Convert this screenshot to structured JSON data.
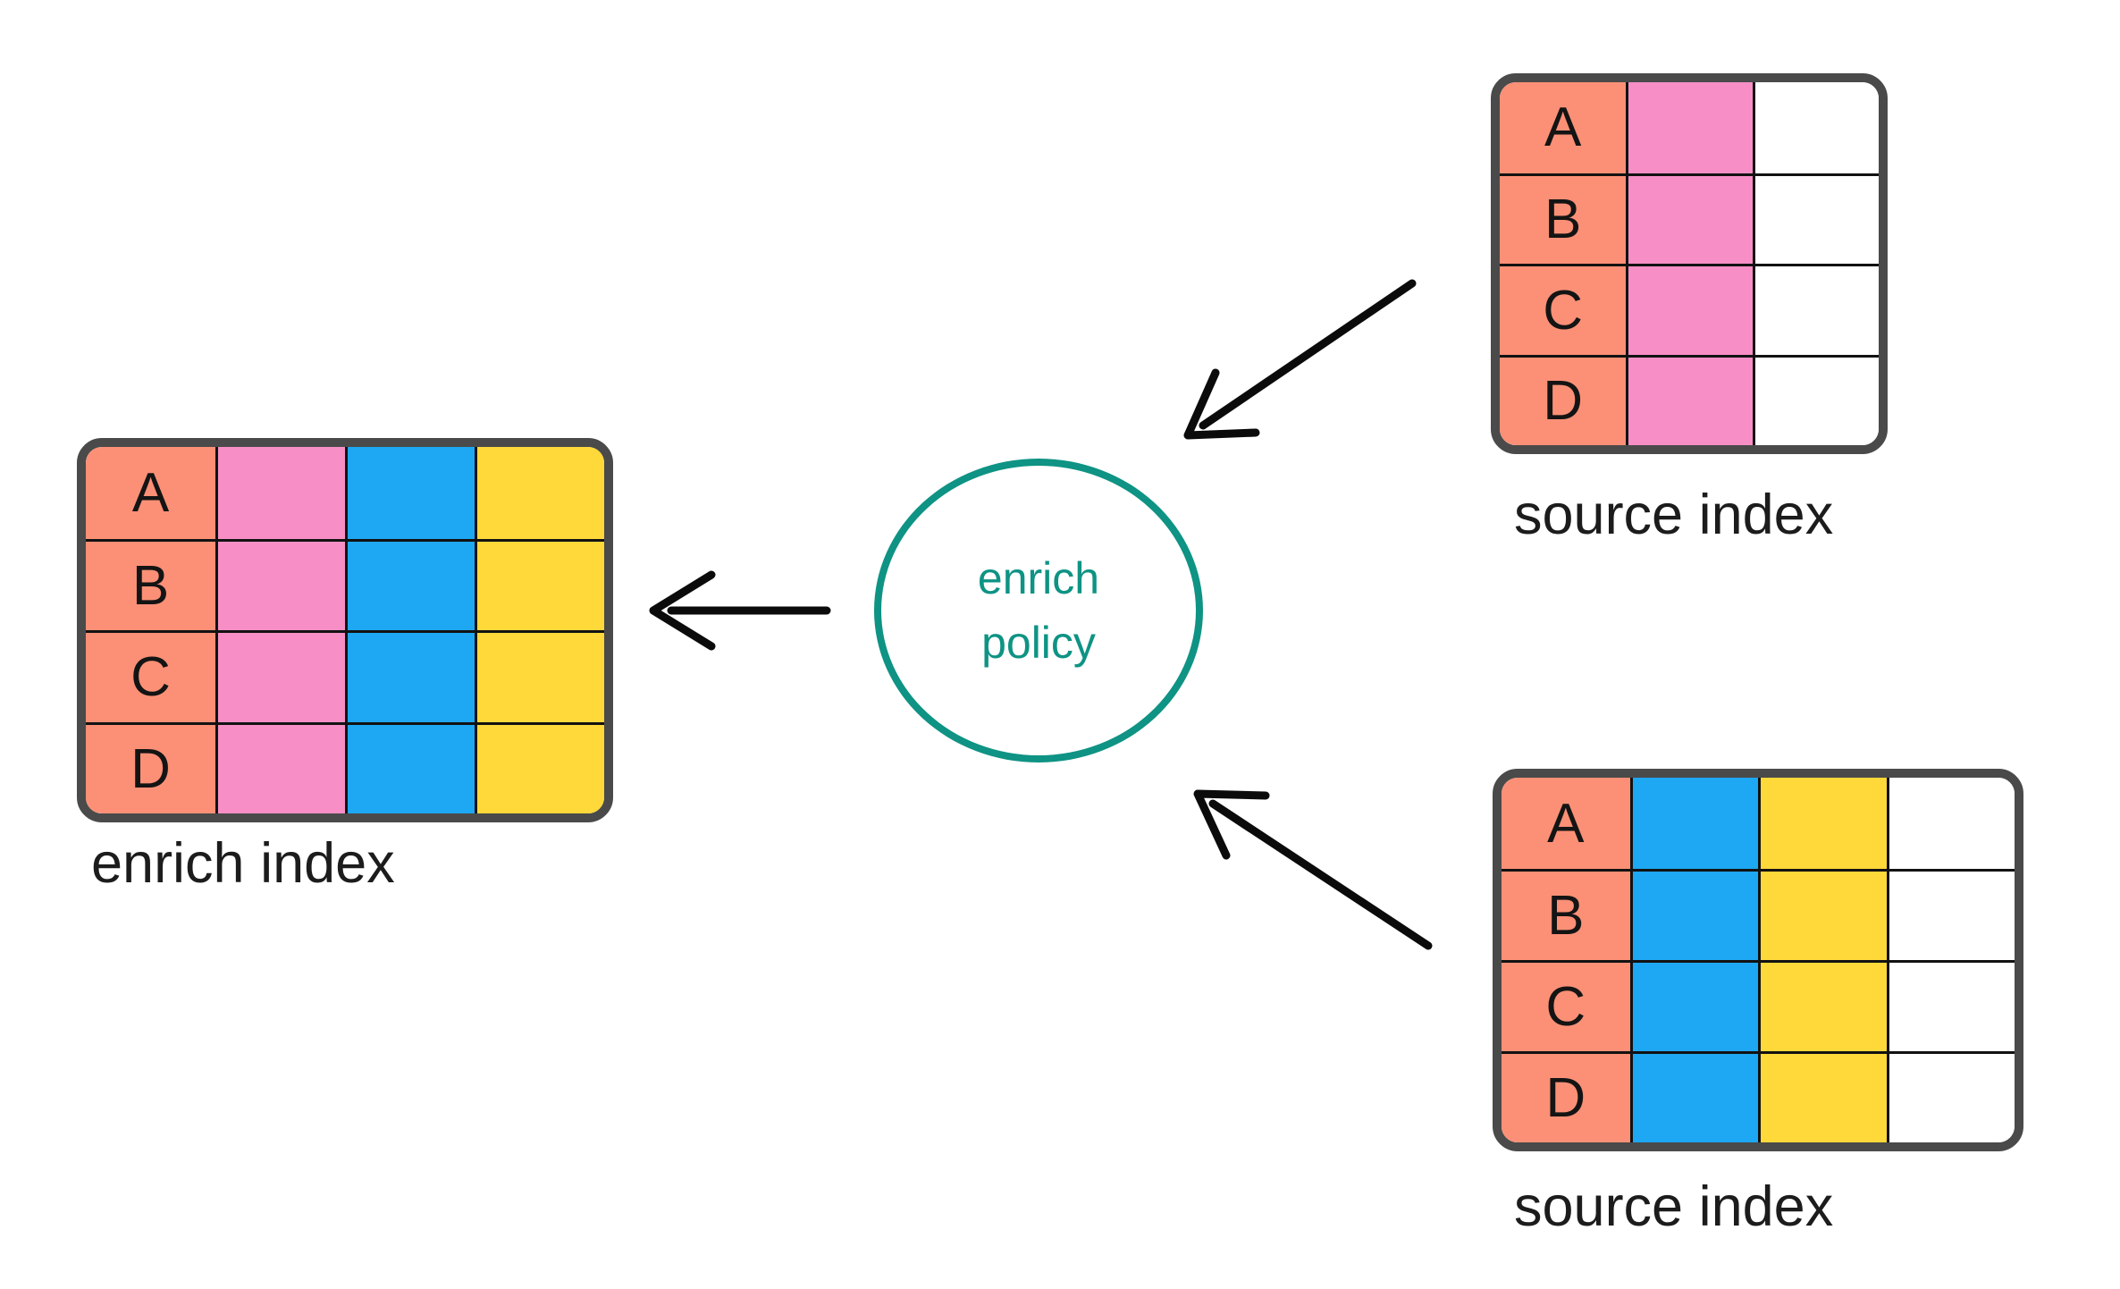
{
  "diagram": {
    "description_label": "enrich policy diagram"
  },
  "policy": {
    "line1": "enrich",
    "line2": "policy"
  },
  "tables": {
    "enrich_index": {
      "label": "enrich index",
      "row_labels": [
        "A",
        "B",
        "C",
        "D"
      ],
      "columns": [
        "salmon",
        "pink",
        "blue",
        "yellow"
      ]
    },
    "source_index_top": {
      "label": "source index",
      "row_labels": [
        "A",
        "B",
        "C",
        "D"
      ],
      "columns": [
        "salmon",
        "pink",
        "white"
      ]
    },
    "source_index_bottom": {
      "label": "source index",
      "row_labels": [
        "A",
        "B",
        "C",
        "D"
      ],
      "columns": [
        "salmon",
        "blue",
        "yellow",
        "white"
      ]
    }
  },
  "colors": {
    "salmon": "#FB9076",
    "pink": "#F78FC6",
    "blue": "#1EA7F2",
    "yellow": "#FFD839",
    "white": "#FFFFFF",
    "teal": "#0E9384",
    "arrow": "#0B0B0B",
    "table_border": "#4A4A4A",
    "grid_line": "#121212",
    "cell_text": "#141414",
    "label_text": "#1C1C1C"
  }
}
